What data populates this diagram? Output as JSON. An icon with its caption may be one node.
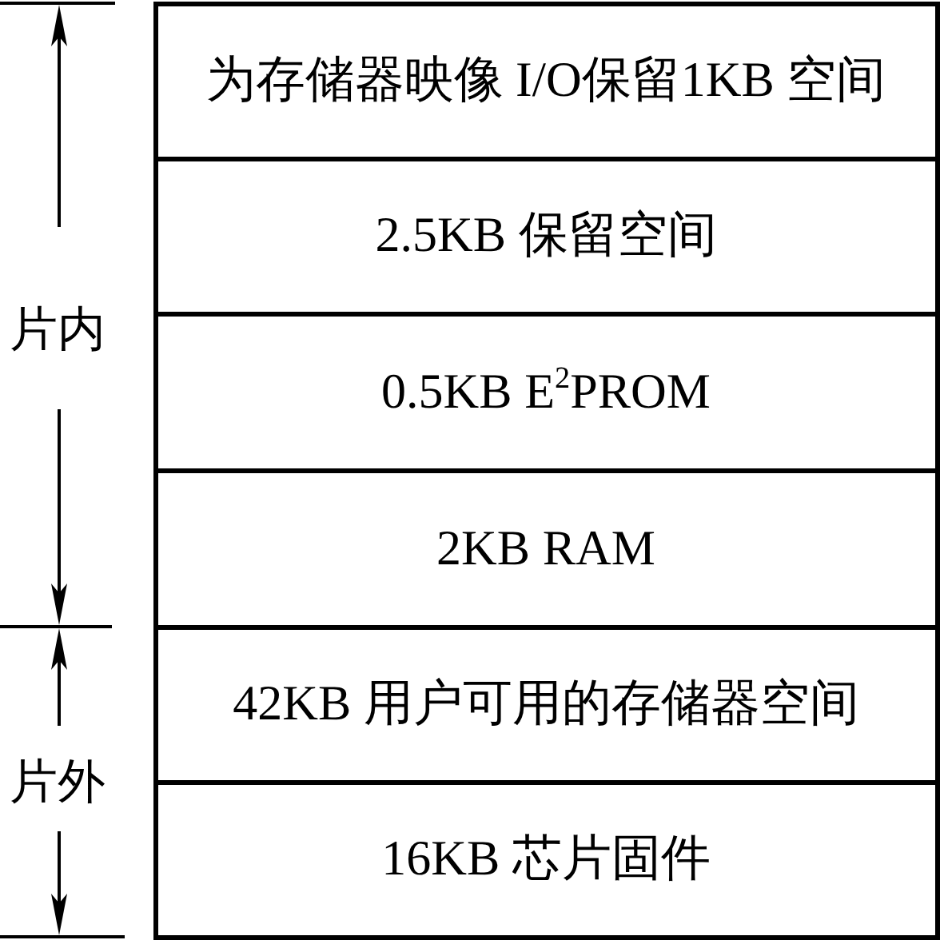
{
  "diagram": {
    "nodes": [
      {
        "text": [
          "为存储器映像 I/O保留1KB 空间"
        ]
      },
      {
        "text": [
          "2.5KB 保留空间"
        ]
      },
      {
        "text": [
          "0.5KB E$^{2}$PROM"
        ]
      },
      {
        "text": [
          "2KB RAM"
        ]
      },
      {
        "text": [
          "42KB 用户可用的存储器空间"
        ]
      },
      {
        "text": [
          "16KB 芯片固件"
        ]
      }
    ],
    "labels": [
      "片内",
      "片外"
    ]
  }
}
